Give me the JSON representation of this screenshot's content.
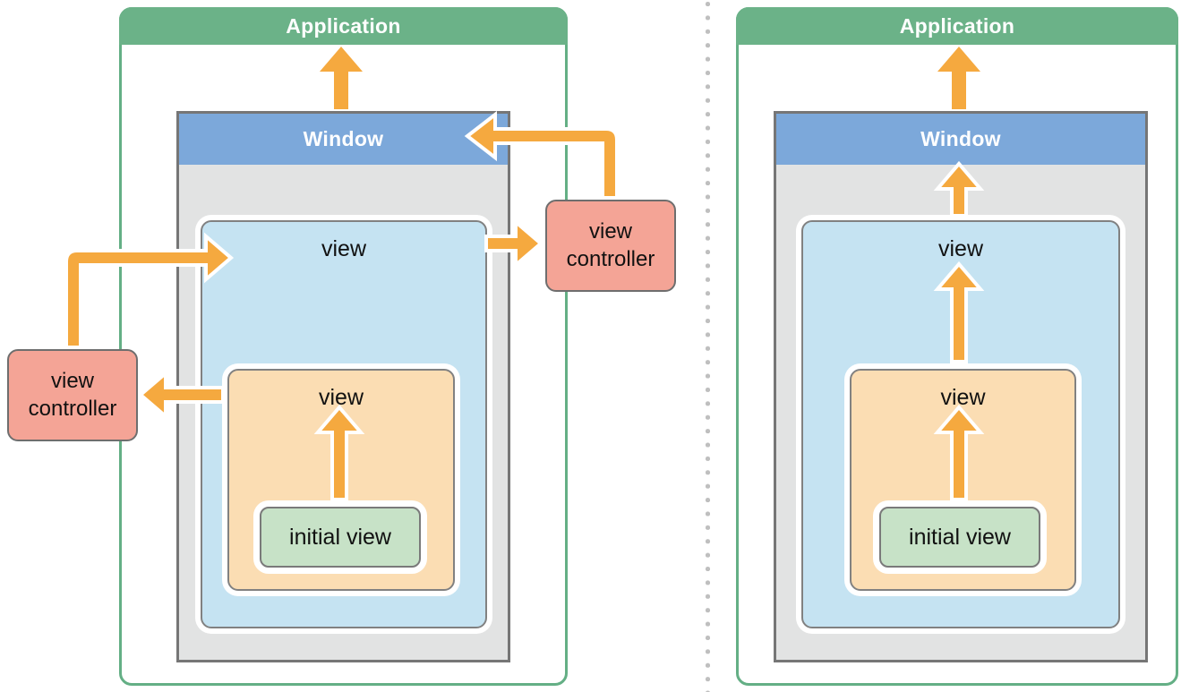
{
  "colors": {
    "container_border": "#64af85",
    "application_header": "#6bb288",
    "window_header": "#7ca8da",
    "window_body": "#e2e3e3",
    "window_border": "#767676",
    "view_blue": "#c5e3f2",
    "view_orange": "#fbddb3",
    "initial_view_green": "#c7e2c7",
    "view_controller_fill": "#f4a496",
    "box_border": "#818181",
    "arrow_orange": "#f5a93f",
    "divider_dot": "#bfbfbf"
  },
  "left_diagram": {
    "application_label": "Application",
    "window_label": "Window",
    "root_view_label": "view",
    "subview_label": "view",
    "initial_view_label": "initial view",
    "left_view_controller_label": "view controller",
    "right_view_controller_label": "view controller",
    "arrows": [
      {
        "from": "window",
        "to": "application"
      },
      {
        "from": "right view controller",
        "to": "window"
      },
      {
        "from": "left view controller",
        "to": "root view"
      },
      {
        "from": "subview",
        "to": "left view controller"
      },
      {
        "from": "root view",
        "to": "right view controller"
      },
      {
        "from": "initial view",
        "to": "subview"
      }
    ]
  },
  "right_diagram": {
    "application_label": "Application",
    "window_label": "Window",
    "root_view_label": "view",
    "subview_label": "view",
    "initial_view_label": "initial view",
    "arrows": [
      {
        "from": "window",
        "to": "application"
      },
      {
        "from": "root view",
        "to": "window"
      },
      {
        "from": "subview",
        "to": "root view"
      },
      {
        "from": "initial view",
        "to": "subview"
      }
    ]
  }
}
